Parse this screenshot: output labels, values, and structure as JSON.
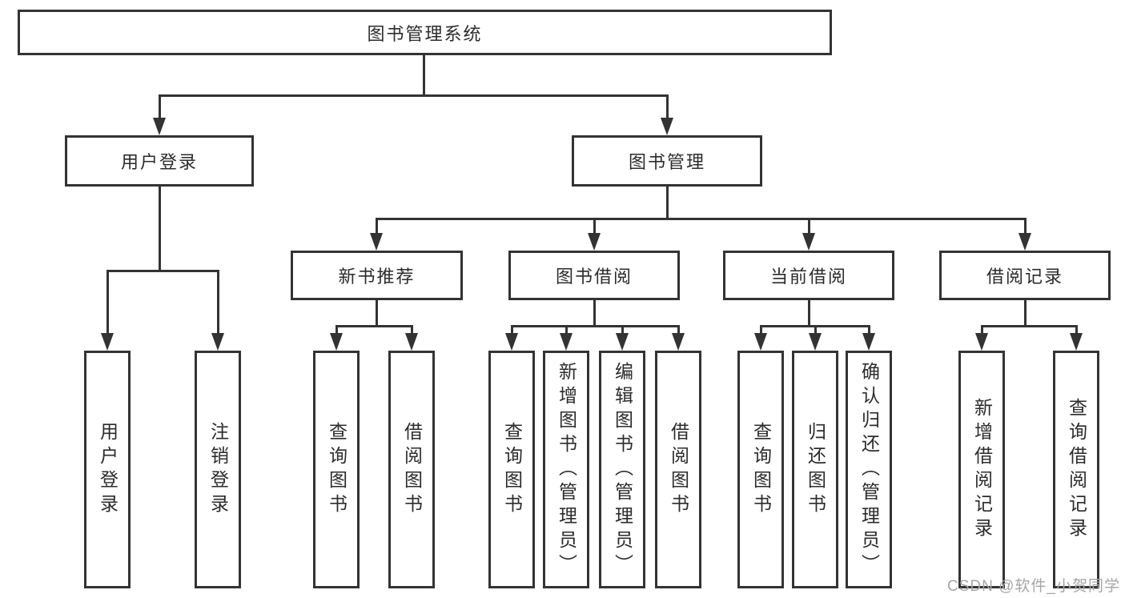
{
  "colors": {
    "line": "#333333",
    "text": "#2b2b2b",
    "watermark": "#a6a6a6",
    "background": "#ffffff"
  },
  "tree": {
    "root": {
      "label": "图书管理系统"
    },
    "branches": [
      {
        "label": "用户登录",
        "children": [
          {
            "label": "用户登录"
          },
          {
            "label": "注销登录"
          }
        ]
      },
      {
        "label": "图书管理",
        "children": [
          {
            "label": "新书推荐",
            "children": [
              {
                "label": "查询图书"
              },
              {
                "label": "借阅图书"
              }
            ]
          },
          {
            "label": "图书借阅",
            "children": [
              {
                "label": "查询图书"
              },
              {
                "label": "新增图书（管理员）"
              },
              {
                "label": "编辑图书（管理员）"
              },
              {
                "label": "借阅图书"
              }
            ]
          },
          {
            "label": "当前借阅",
            "children": [
              {
                "label": "查询图书"
              },
              {
                "label": "归还图书"
              },
              {
                "label": "确认归还（管理员）"
              }
            ]
          },
          {
            "label": "借阅记录",
            "children": [
              {
                "label": "新增借阅记录"
              },
              {
                "label": "查询借阅记录"
              }
            ]
          }
        ]
      }
    ]
  },
  "watermark": {
    "text": "CSDN @软件_小贺同学"
  }
}
